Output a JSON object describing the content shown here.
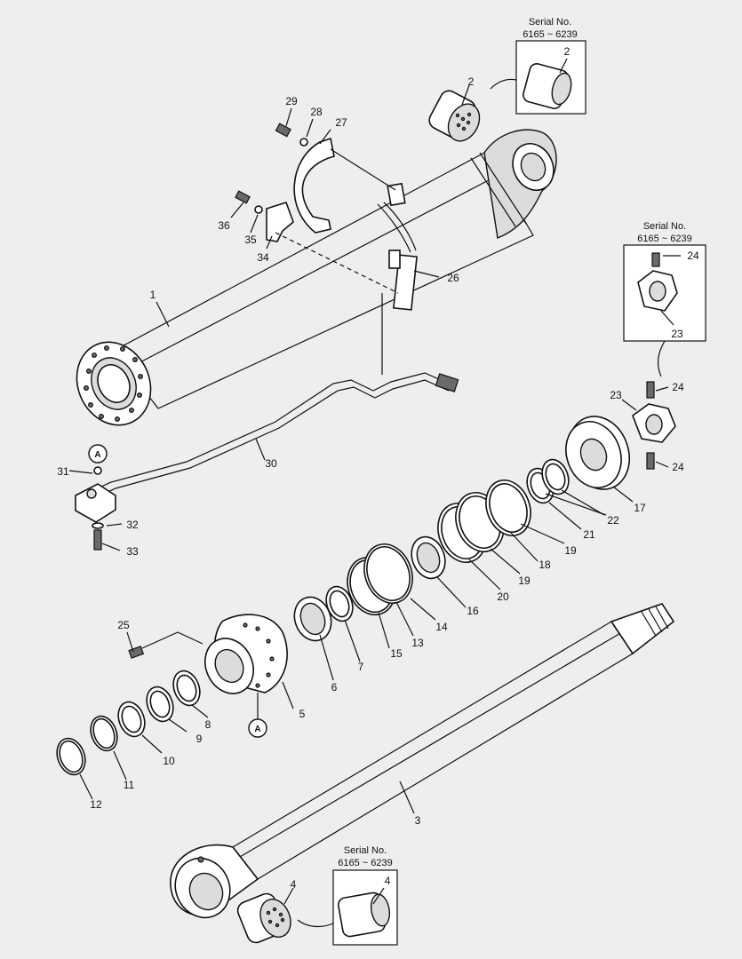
{
  "serial_boxes": [
    {
      "title": "Serial No.",
      "range": "6165 ~ 6239",
      "part": "2"
    },
    {
      "title": "Serial No.",
      "range": "6165 ~ 6239",
      "part_a": "24",
      "part_b": "23"
    },
    {
      "title": "Serial No.",
      "range": "6165 ~ 6239",
      "part": "4"
    }
  ],
  "callouts": {
    "a_top": "A",
    "a_bottom": "A"
  },
  "labels": {
    "p1": "1",
    "p2": "2",
    "p3": "3",
    "p4": "4",
    "p5": "5",
    "p6": "6",
    "p7": "7",
    "p8": "8",
    "p9": "9",
    "p10": "10",
    "p11": "11",
    "p12": "12",
    "p13": "13",
    "p14": "14",
    "p15": "15",
    "p16": "16",
    "p17": "17",
    "p18": "18",
    "p19a": "19",
    "p19b": "19",
    "p20": "20",
    "p21": "21",
    "p22": "22",
    "p23": "23",
    "p24a": "24",
    "p24b": "24",
    "p25": "25",
    "p26": "26",
    "p27": "27",
    "p28": "28",
    "p29": "29",
    "p30": "30",
    "p31": "31",
    "p32": "32",
    "p33": "33",
    "p34": "34",
    "p35": "35",
    "p36": "36"
  }
}
